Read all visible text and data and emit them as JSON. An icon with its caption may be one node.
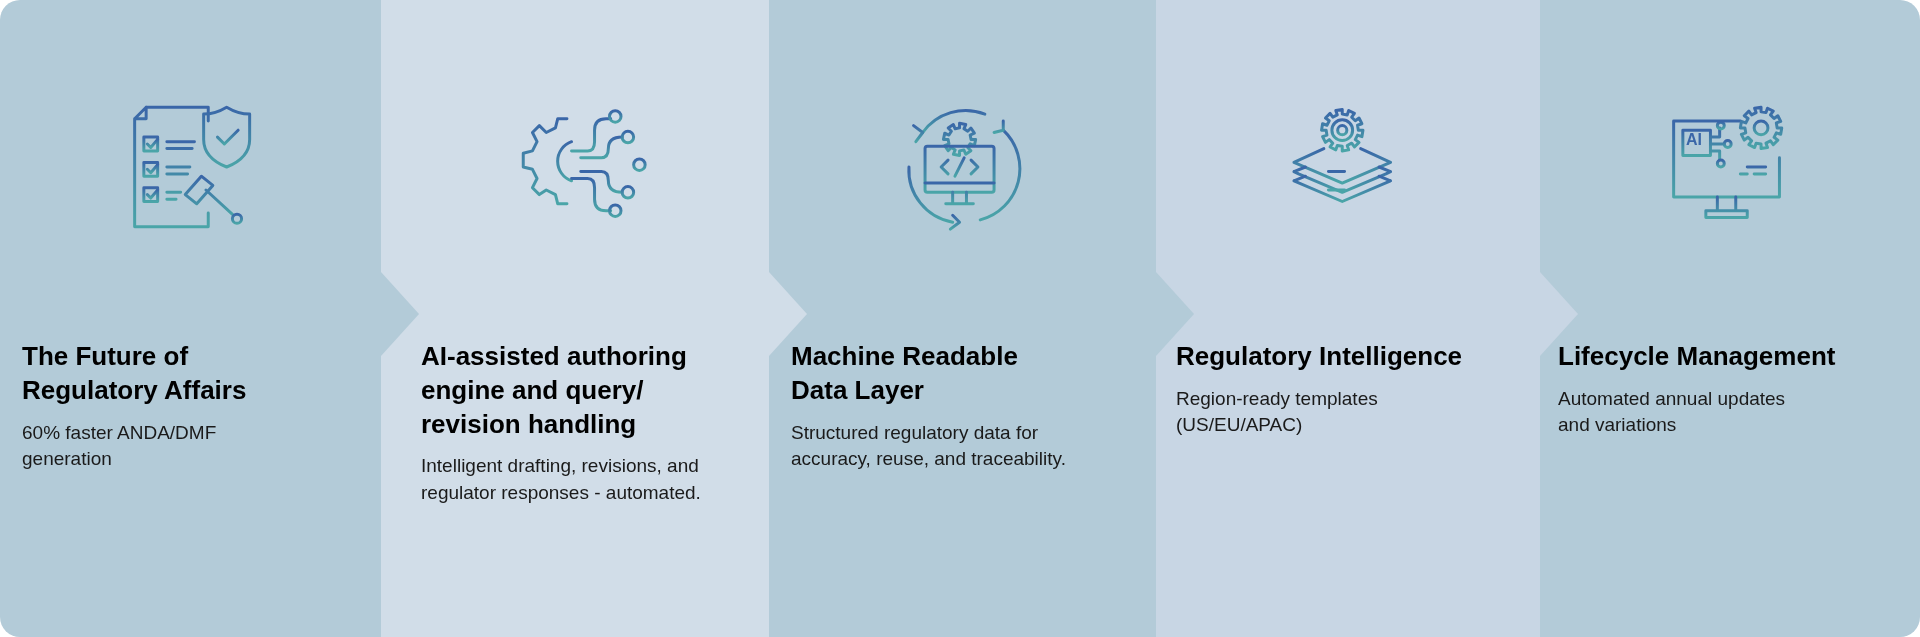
{
  "diagram": {
    "nodes": [
      {
        "text": [
          "The Future of Regulatory Affairs",
          "60% faster ANDA/DMF generation"
        ]
      },
      {
        "text": [
          "AI-assisted authoring engine and query/ revision handling",
          "Intelligent drafting, revisions, and regulator responses - automated."
        ]
      },
      {
        "text": [
          "Machine Readable Data Layer",
          "Structured regulatory data for accuracy, reuse, and traceability."
        ]
      },
      {
        "text": [
          "Regulatory Intelligence",
          "Region-ready templates (US/EU/APAC)"
        ]
      },
      {
        "text": [
          "Lifecycle Management",
          "Automated annual updates and variations"
        ]
      }
    ],
    "edges": [
      {
        "from": 0,
        "to": 1,
        "arrow": "to"
      },
      {
        "from": 1,
        "to": 2,
        "arrow": "to"
      },
      {
        "from": 2,
        "to": 3,
        "arrow": "to"
      },
      {
        "from": 3,
        "to": 4,
        "arrow": "to"
      }
    ],
    "labels": [
      "AI"
    ]
  }
}
